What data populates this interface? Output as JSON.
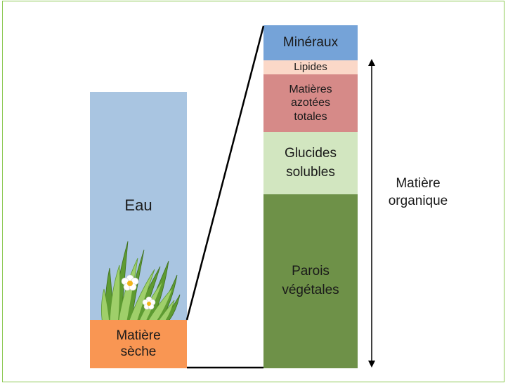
{
  "left_column": {
    "water_label": "Eau",
    "dry_matter_label": "Matière\nsèche"
  },
  "right_column": {
    "segments": [
      {
        "key": "mineraux",
        "label": "Minéraux",
        "color": "#75a3d8"
      },
      {
        "key": "lipides",
        "label": "Lipides",
        "color": "#fbd8c8"
      },
      {
        "key": "azotees",
        "label": "Matières\nazotées\ntotales",
        "color": "#d68a88"
      },
      {
        "key": "glucides",
        "label": "Glucides\nsolubles",
        "color": "#d2e6c0"
      },
      {
        "key": "parois",
        "label": "Parois\nvégétales",
        "color": "#6e9148"
      }
    ]
  },
  "organic_matter_label": "Matière\norganique",
  "colors": {
    "water": "#a9c5e1",
    "dry_matter": "#f99653",
    "frame": "#8ac850",
    "grass_dark": "#5e9b32",
    "grass_light": "#9fcf6a"
  }
}
